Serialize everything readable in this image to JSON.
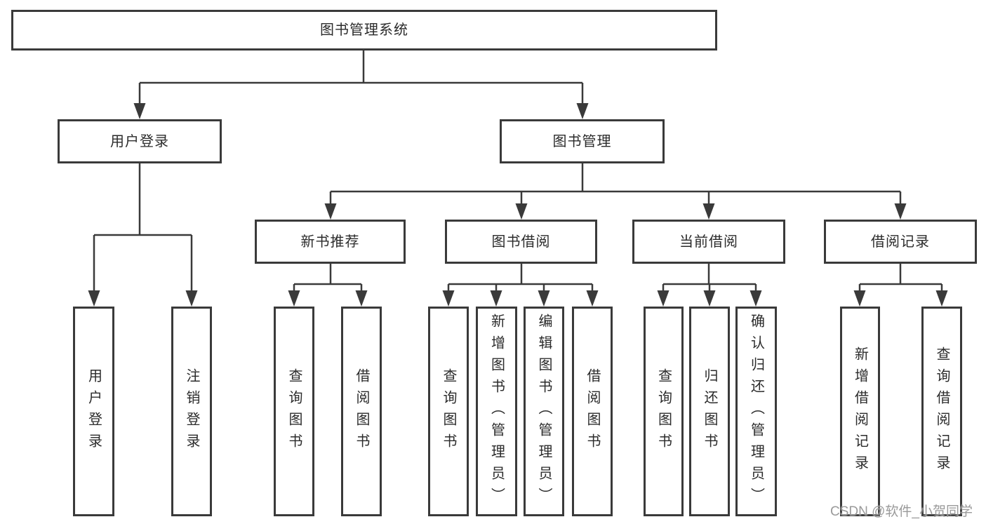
{
  "tree": {
    "root": {
      "label": "图书管理系统"
    },
    "branches": [
      {
        "label": "用户登录",
        "children": [
          {
            "label": "用户登录"
          },
          {
            "label": "注销登录"
          }
        ]
      },
      {
        "label": "图书管理",
        "children": [
          {
            "label": "新书推荐",
            "children": [
              {
                "label": "查询图书"
              },
              {
                "label": "借阅图书"
              }
            ]
          },
          {
            "label": "图书借阅",
            "children": [
              {
                "label": "查询图书"
              },
              {
                "label": "新增图书（管理员）"
              },
              {
                "label": "编辑图书（管理员）"
              },
              {
                "label": "借阅图书"
              }
            ]
          },
          {
            "label": "当前借阅",
            "children": [
              {
                "label": "查询图书"
              },
              {
                "label": "归还图书"
              },
              {
                "label": "确认归还（管理员）"
              }
            ]
          },
          {
            "label": "借阅记录",
            "children": [
              {
                "label": "新增借阅记录"
              },
              {
                "label": "查询借阅记录"
              }
            ]
          }
        ]
      }
    ]
  },
  "watermark": {
    "text": "CSDN @软件_小贺同学"
  },
  "colors": {
    "background": "#ffffff",
    "box_border": "#3a3a3a",
    "connector_line": "#3a3a3a",
    "text": "#2b2b2b",
    "watermark": "#919191"
  }
}
